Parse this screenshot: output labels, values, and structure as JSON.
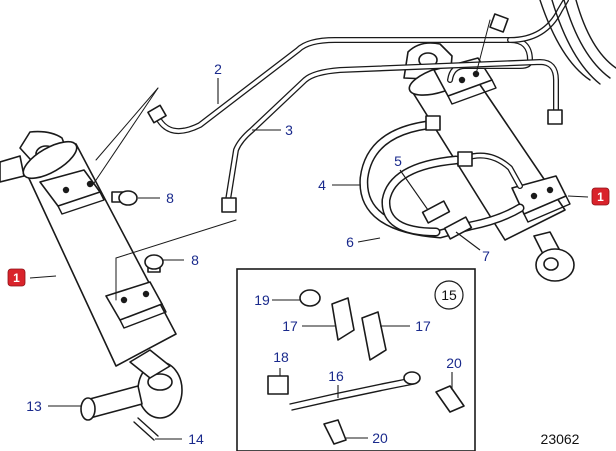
{
  "diagram": {
    "callouts": {
      "c1_left": "1",
      "c1_right": "1",
      "c2": "2",
      "c3": "3",
      "c4": "4",
      "c5": "5",
      "c6": "6",
      "c7": "7",
      "c8_top": "8",
      "c8_bottom": "8",
      "c13": "13",
      "c14": "14",
      "c15": "15",
      "c16": "16",
      "c17_left": "17",
      "c17_right": "17",
      "c18": "18",
      "c19": "19",
      "c20_top": "20",
      "c20_bottom": "20"
    },
    "reference_number": "23062",
    "colors": {
      "callout_text": "#1a2a8c",
      "badge": "#d9232b",
      "line": "#1a1a1a"
    }
  }
}
